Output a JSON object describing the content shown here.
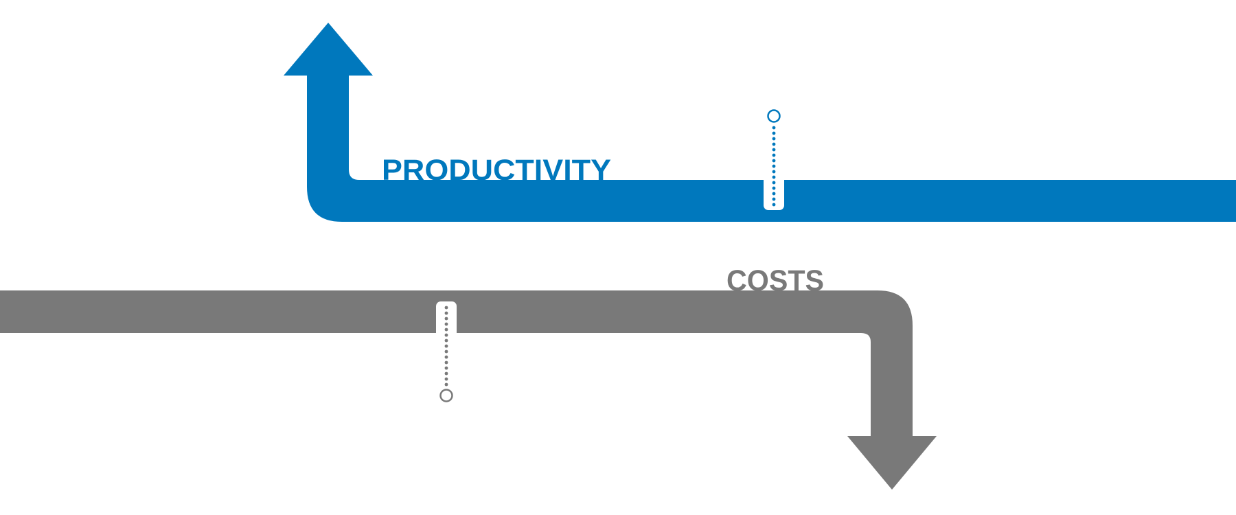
{
  "diagram": {
    "productivity": {
      "label": "PRODUCTIVITY",
      "color": "#0078bd",
      "direction": "up",
      "marker_icon": "dotted-pin-marker"
    },
    "costs": {
      "label": "COSTS",
      "color": "#797979",
      "direction": "down",
      "marker_icon": "dotted-pin-marker"
    }
  }
}
